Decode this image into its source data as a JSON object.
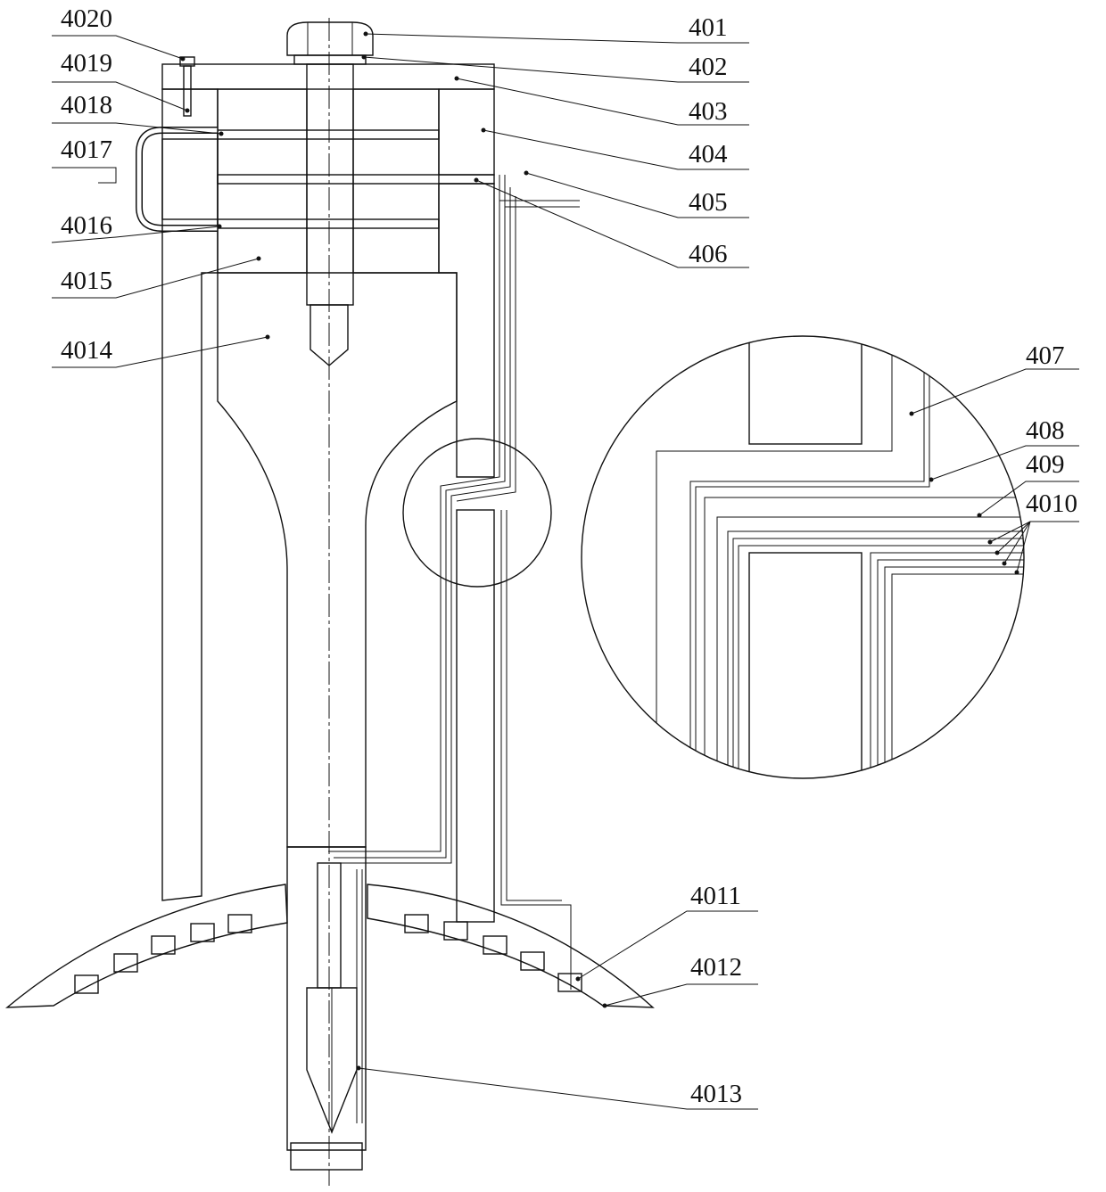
{
  "figure": {
    "labels": [
      {
        "id": "l4020",
        "text": "4020"
      },
      {
        "id": "l4019",
        "text": "4019"
      },
      {
        "id": "l4018",
        "text": "4018"
      },
      {
        "id": "l4017",
        "text": "4017"
      },
      {
        "id": "l4016",
        "text": "4016"
      },
      {
        "id": "l4015",
        "text": "4015"
      },
      {
        "id": "l4014",
        "text": "4014"
      },
      {
        "id": "l401",
        "text": "401"
      },
      {
        "id": "l402",
        "text": "402"
      },
      {
        "id": "l403",
        "text": "403"
      },
      {
        "id": "l404",
        "text": "404"
      },
      {
        "id": "l405",
        "text": "405"
      },
      {
        "id": "l406",
        "text": "406"
      },
      {
        "id": "l407",
        "text": "407"
      },
      {
        "id": "l408",
        "text": "408"
      },
      {
        "id": "l409",
        "text": "409"
      },
      {
        "id": "l4010",
        "text": "4010"
      },
      {
        "id": "l4011",
        "text": "4011"
      },
      {
        "id": "l4012",
        "text": "4012"
      },
      {
        "id": "l4013",
        "text": "4013"
      }
    ]
  }
}
